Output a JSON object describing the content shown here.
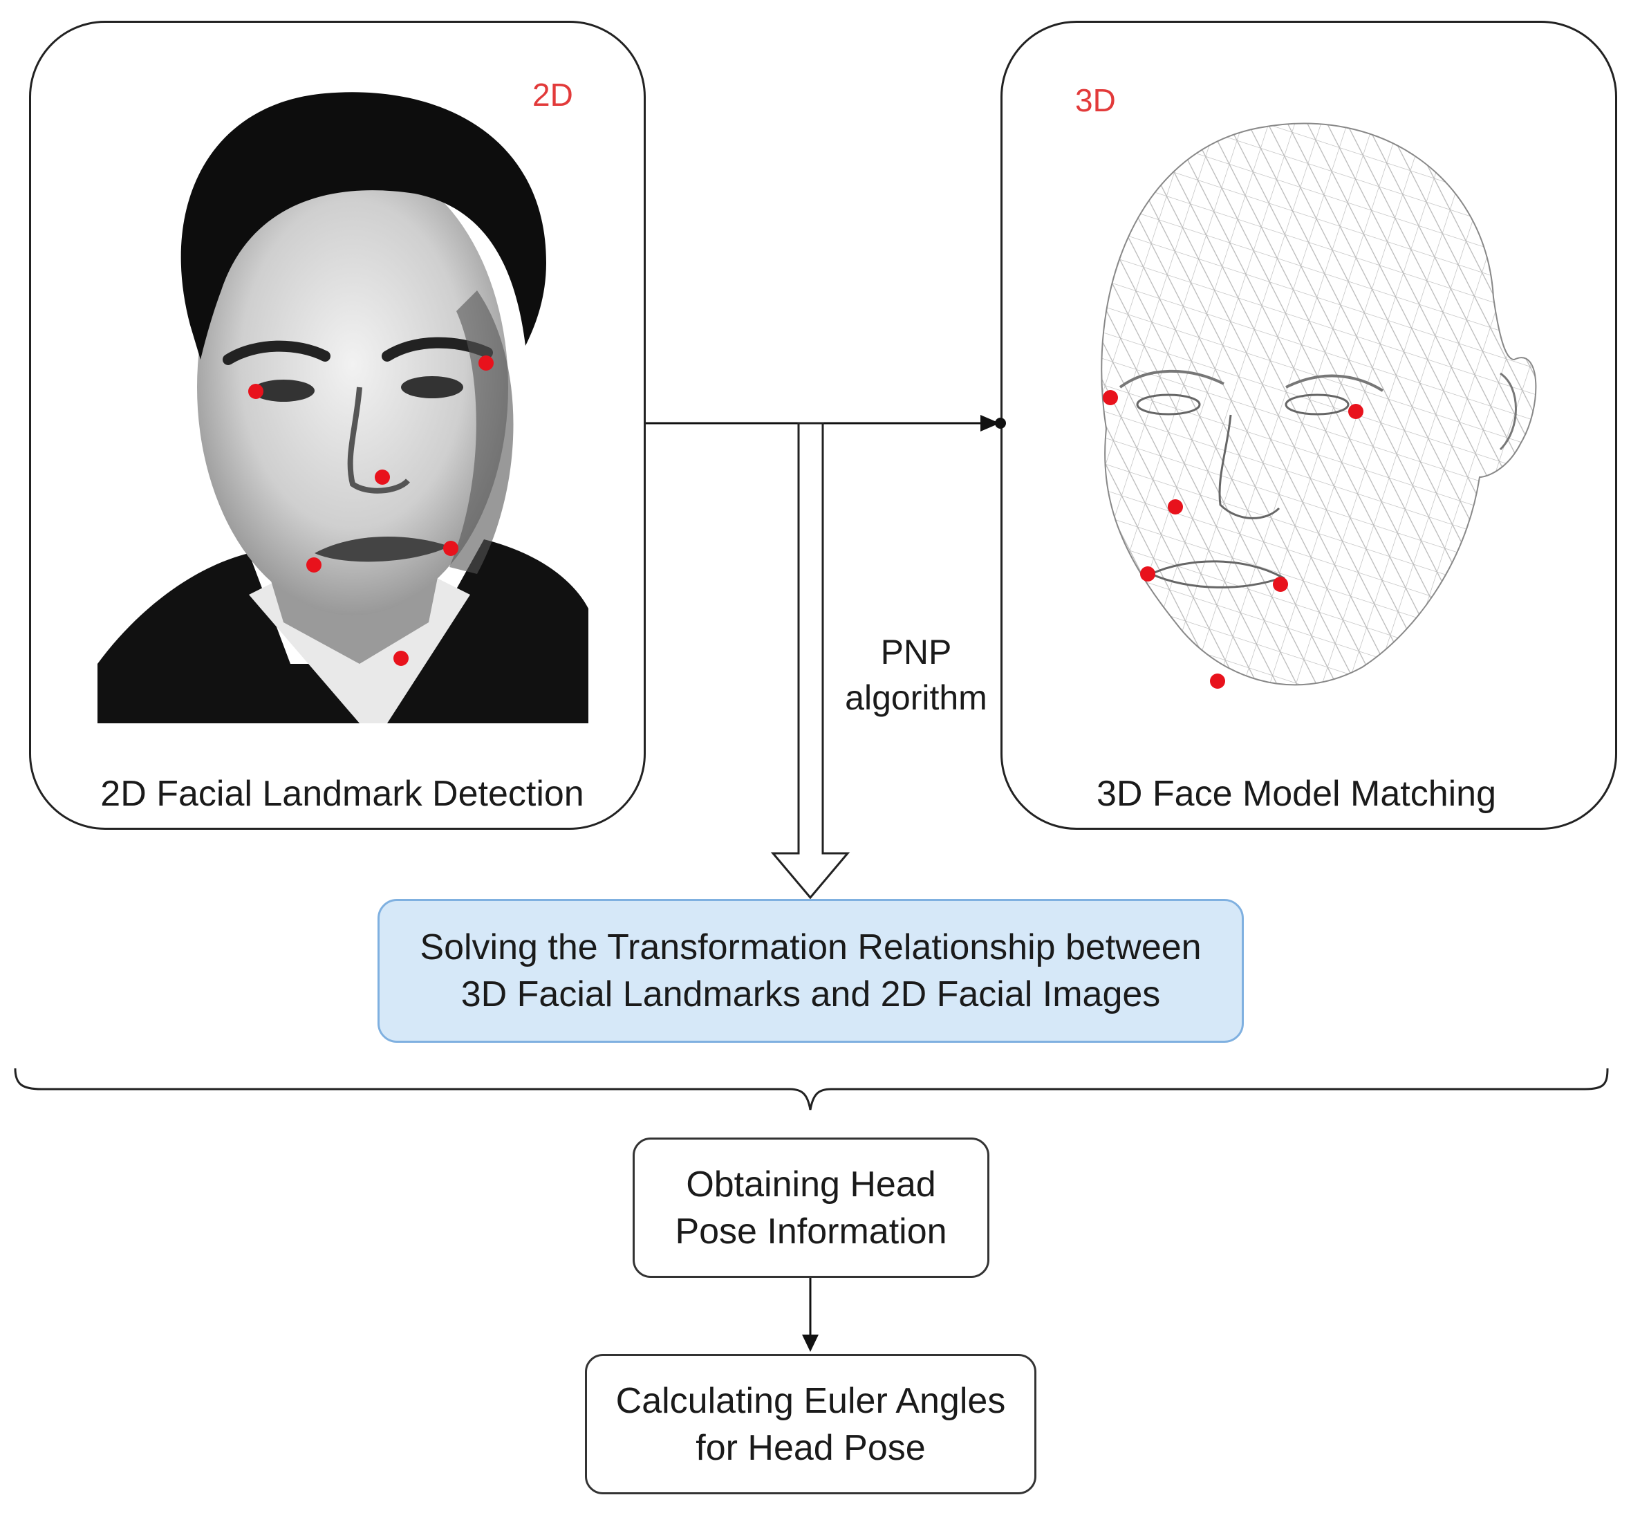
{
  "panels": {
    "left": {
      "tag": "2D",
      "caption": "2D Facial Landmark Detection"
    },
    "right": {
      "tag": "3D",
      "caption": "3D Face Model Matching"
    }
  },
  "edge_label": {
    "line1": "PNP",
    "line2": "algorithm"
  },
  "solve_box": {
    "line1": "Solving the Transformation Relationship between",
    "line2": "3D Facial Landmarks and 2D Facial Images",
    "fill": "#d6e8f8",
    "border": "#7fb0e0"
  },
  "head_pose_box": {
    "line1": "Obtaining Head",
    "line2": "Pose Information"
  },
  "euler_box": {
    "line1": "Calculating Euler Angles",
    "line2": "for Head Pose"
  },
  "colors": {
    "landmark": "#e8121c",
    "tag": "#e23a3a",
    "stroke": "#222222"
  }
}
